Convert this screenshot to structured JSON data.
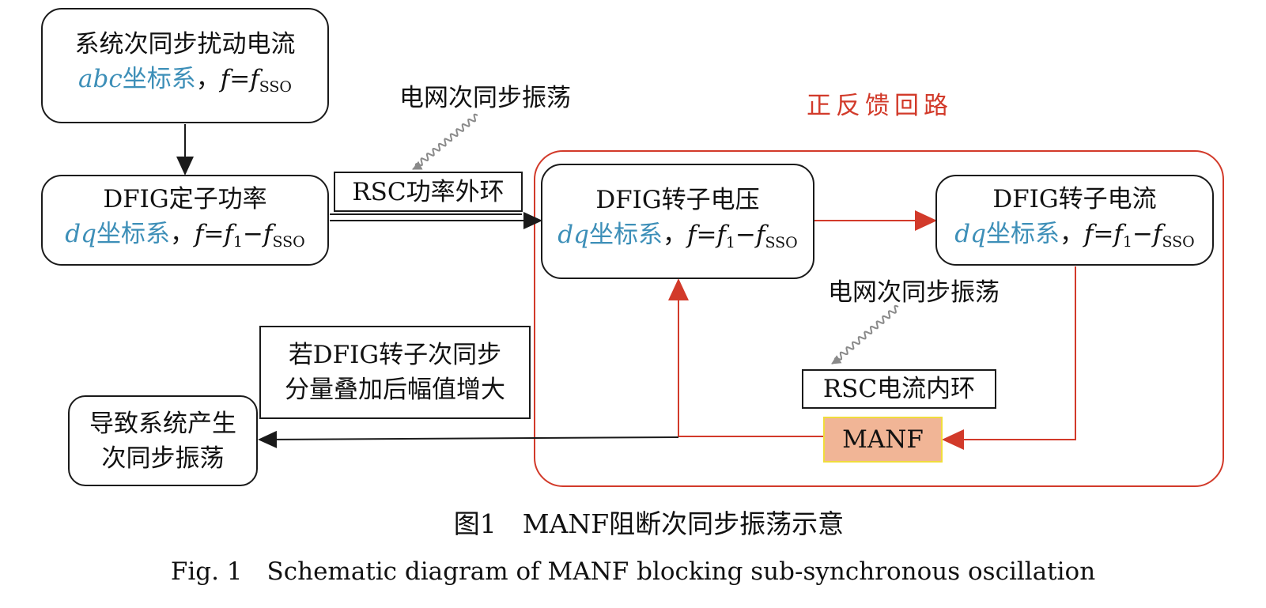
{
  "colors": {
    "loop_red": "#d23a2a",
    "coord_blue": "#3d8fb8",
    "manf_fill": "#f1b596",
    "manf_border": "#f0dc3c",
    "ink": "#1a1a1a"
  },
  "nodes": {
    "sys_current": {
      "title": "系统次同步扰动电流",
      "coord_sys": "abc",
      "coord_word": "坐标系",
      "sep": "，",
      "f_var": "f",
      "eq": "=",
      "f_base": "f",
      "sub": "SSO"
    },
    "stator_power": {
      "title": "DFIG定子功率",
      "coord_sys": "dq",
      "coord_word": "坐标系",
      "sep": "，",
      "f_var": "f",
      "eq": "=",
      "f1": "f",
      "f1_sub": "1",
      "minus": "−",
      "f_base": "f",
      "sub": "SSO"
    },
    "rotor_voltage": {
      "title": "DFIG转子电压",
      "coord_sys": "dq",
      "coord_word": "坐标系",
      "sep": "，",
      "f_var": "f",
      "eq": "=",
      "f1": "f",
      "f1_sub": "1",
      "minus": "−",
      "f_base": "f",
      "sub": "SSO"
    },
    "rotor_current": {
      "title": "DFIG转子电流",
      "coord_sys": "dq",
      "coord_word": "坐标系",
      "sep": "，",
      "f_var": "f",
      "eq": "=",
      "f1": "f",
      "f1_sub": "1",
      "minus": "−",
      "f_base": "f",
      "sub": "SSO"
    },
    "system_osc": {
      "line1": "导致系统产生",
      "line2": "次同步振荡"
    }
  },
  "boxes": {
    "rsc_outer": "RSC功率外环",
    "rsc_inner": "RSC电流内环",
    "manf": "MANF",
    "condition_line1": "若DFIG转子次同步",
    "condition_line2": "分量叠加后幅值增大"
  },
  "labels": {
    "grid_osc_top": "电网次同步振荡",
    "grid_osc_mid": "电网次同步振荡",
    "positive_loop": "正反馈回路"
  },
  "caption": {
    "cn": "图1　MANF阻断次同步振荡示意",
    "en": "Fig. 1　Schematic diagram of MANF blocking sub-synchronous oscillation"
  }
}
